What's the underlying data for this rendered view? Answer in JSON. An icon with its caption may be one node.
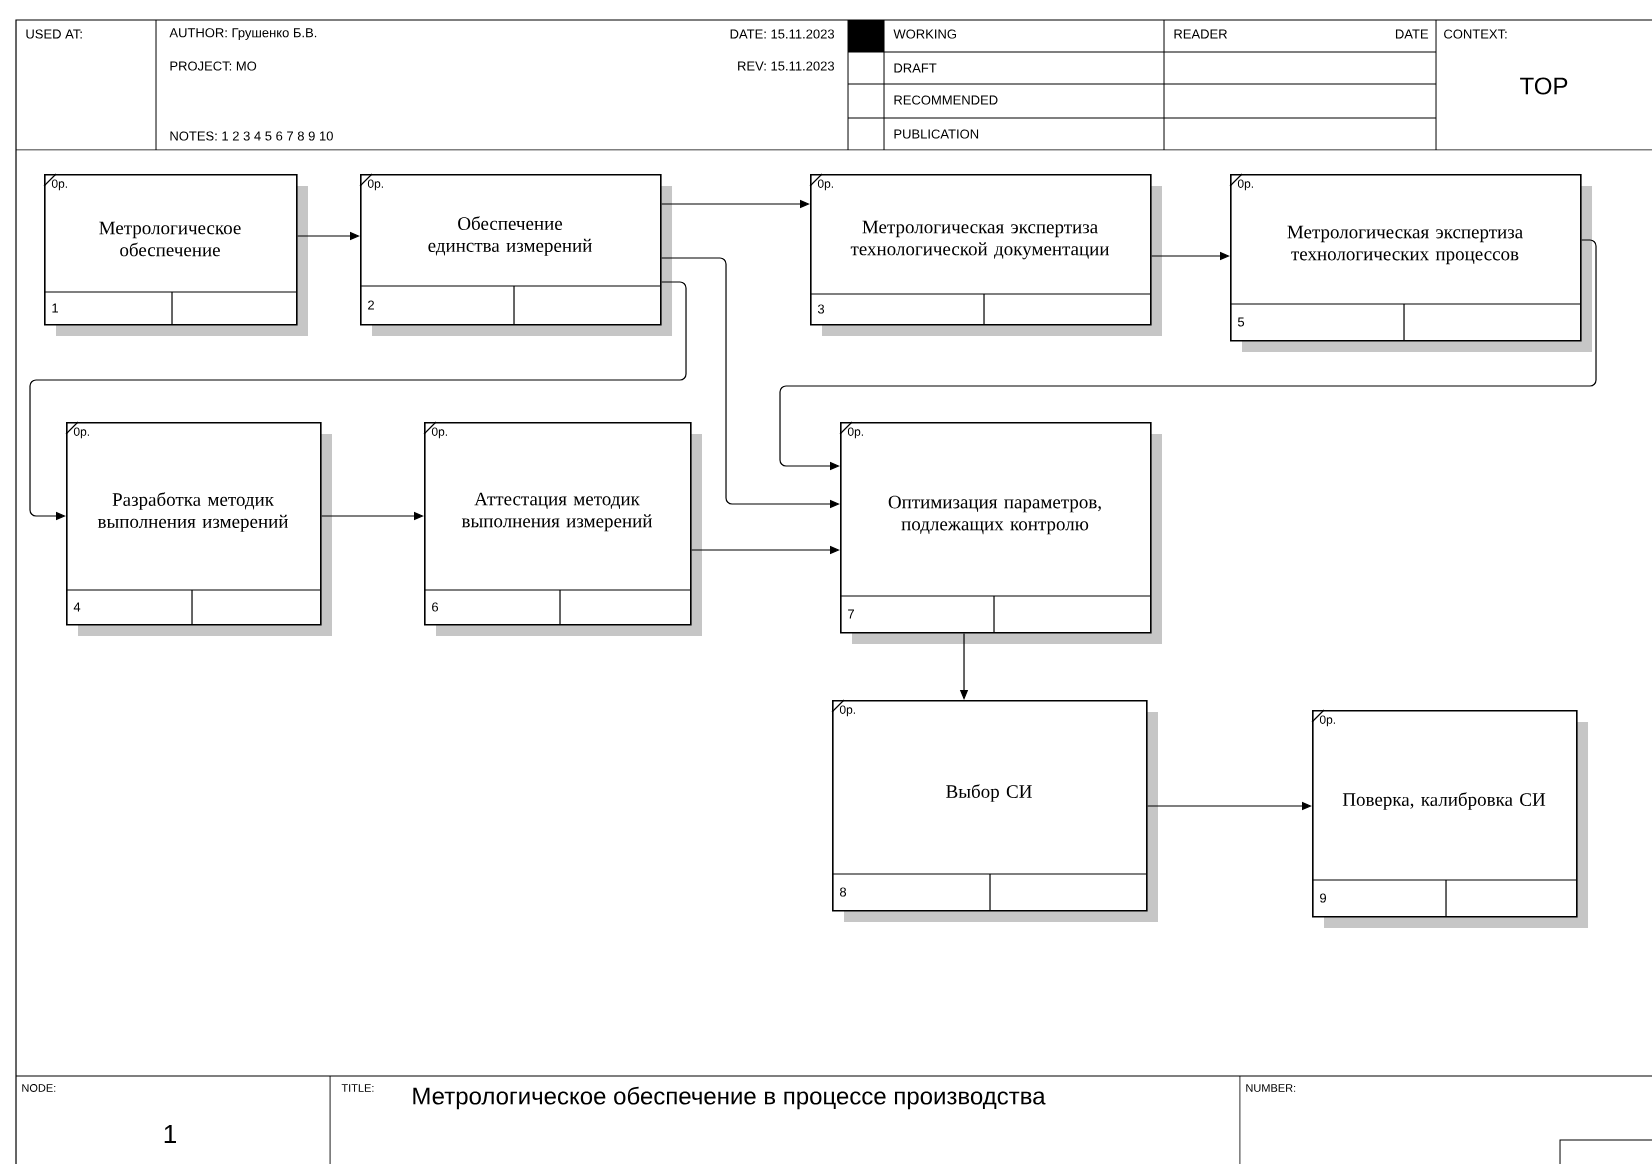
{
  "diagram": {
    "title": "Метрологическое обеспечение в процессе производства",
    "nodes": [
      {
        "text": [
          "0р.",
          "Метрологическое обеспечение",
          "1"
        ]
      },
      {
        "text": [
          "0р.",
          "Обеспечение единства измерений",
          "2"
        ]
      },
      {
        "text": [
          "0р.",
          "Метрологическая экспертиза технологической документации",
          "3"
        ]
      },
      {
        "text": [
          "0р.",
          "Метрологическая экспертиза технологических процессов",
          "5"
        ]
      },
      {
        "text": [
          "0р.",
          "Разработка методик выполнения измерений",
          "4"
        ]
      },
      {
        "text": [
          "0р.",
          "Аттестация методик выполнения измерений",
          "6"
        ]
      },
      {
        "text": [
          "0р.",
          "Оптимизация параметров, подлежащих контролю",
          "7"
        ]
      },
      {
        "text": [
          "0р.",
          "Выбор СИ",
          "8"
        ]
      },
      {
        "text": [
          "0р.",
          "Поверка, калибровка СИ",
          "9"
        ]
      }
    ],
    "edges": [
      {
        "from": 0,
        "to": 1,
        "arrow": "to"
      },
      {
        "from": 1,
        "to": 2,
        "arrow": "to"
      },
      {
        "from": 2,
        "to": 3,
        "arrow": "to"
      },
      {
        "from": 1,
        "to": 4,
        "arrow": "to"
      },
      {
        "from": 1,
        "to": 6,
        "arrow": "to"
      },
      {
        "from": 3,
        "to": 6,
        "arrow": "to"
      },
      {
        "from": 4,
        "to": 5,
        "arrow": "to"
      },
      {
        "from": 5,
        "to": 6,
        "arrow": "to"
      },
      {
        "from": 6,
        "to": 7,
        "arrow": "to"
      },
      {
        "from": 7,
        "to": 8,
        "arrow": "to"
      }
    ],
    "labels": [
      "USED AT:",
      "AUTHOR: Грушенко Б.В.",
      "DATE: 15.11.2023",
      "WORKING",
      "READER",
      "DATE",
      "CONTEXT:",
      "PROJECT: MO",
      "REV: 15.11.2023",
      "DRAFT",
      "TOP",
      "RECOMMENDED",
      "NOTES: 1 2 3 4 5 6 7 8 9 10",
      "PUBLICATION",
      "NODE:",
      "TITLE:",
      "NUMBER:",
      "1"
    ]
  }
}
